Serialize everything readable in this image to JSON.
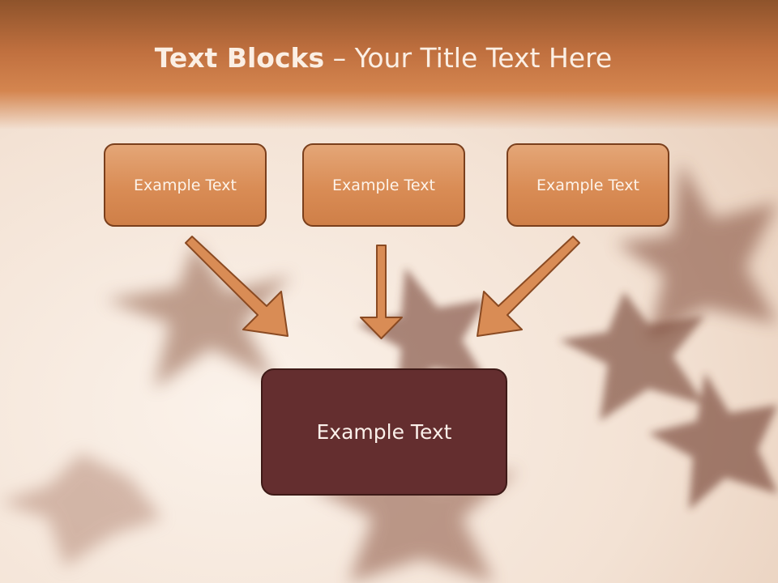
{
  "slide": {
    "title_bold": "Text Blocks",
    "title_rest": " – Your Title Text Here"
  },
  "blocks": [
    {
      "text": "Example Text"
    },
    {
      "text": "Example Text"
    },
    {
      "text": "Example Text"
    }
  ],
  "target": {
    "text": "Example Text"
  },
  "colors": {
    "header": "#c0703f",
    "block_fill": "#d98c55",
    "block_border": "#7a3f1c",
    "target_fill": "#642e2f",
    "arrow_fill": "#d98c55",
    "arrow_stroke": "#8a4a22"
  },
  "icons": [
    "star-anise-background"
  ]
}
